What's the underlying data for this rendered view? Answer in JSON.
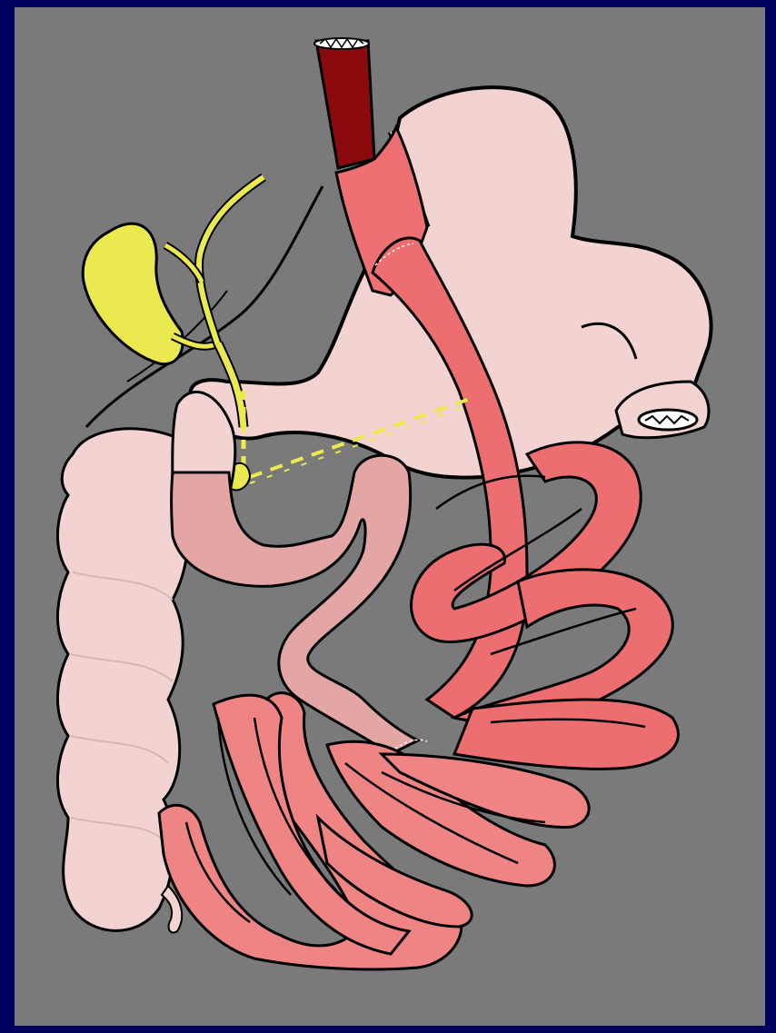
{
  "figure": {
    "title": "",
    "colors": {
      "frame": "#00005e",
      "panel": "#7a7a7a",
      "stomach": "#f2d3d2",
      "colon": "#f2d3d2",
      "esophagus_upper": "#8a0a0e",
      "esophagus_lower": "#ee7072",
      "roux_limb": "#ec6e70",
      "biliopancreatic_limb": "#e3a6a4",
      "common_channel": "#ef8484",
      "gallbladder": "#eaea50",
      "outline": "#000000"
    },
    "parts": [
      {
        "id": "stomach-remnant",
        "icon": "stomach-icon"
      },
      {
        "id": "esophagus",
        "icon": "esophagus-icon"
      },
      {
        "id": "gastric-pouch",
        "icon": "pouch-icon"
      },
      {
        "id": "roux-limb",
        "icon": "intestine-icon"
      },
      {
        "id": "gallbladder",
        "icon": "gallbladder-icon"
      },
      {
        "id": "bile-duct",
        "icon": "duct-icon"
      },
      {
        "id": "duodenum",
        "icon": "intestine-icon"
      },
      {
        "id": "biliopancreatic-limb",
        "icon": "intestine-icon"
      },
      {
        "id": "colon",
        "icon": "colon-icon"
      },
      {
        "id": "common-channel",
        "icon": "intestine-icon"
      },
      {
        "id": "appendix",
        "icon": "appendix-icon"
      }
    ]
  }
}
